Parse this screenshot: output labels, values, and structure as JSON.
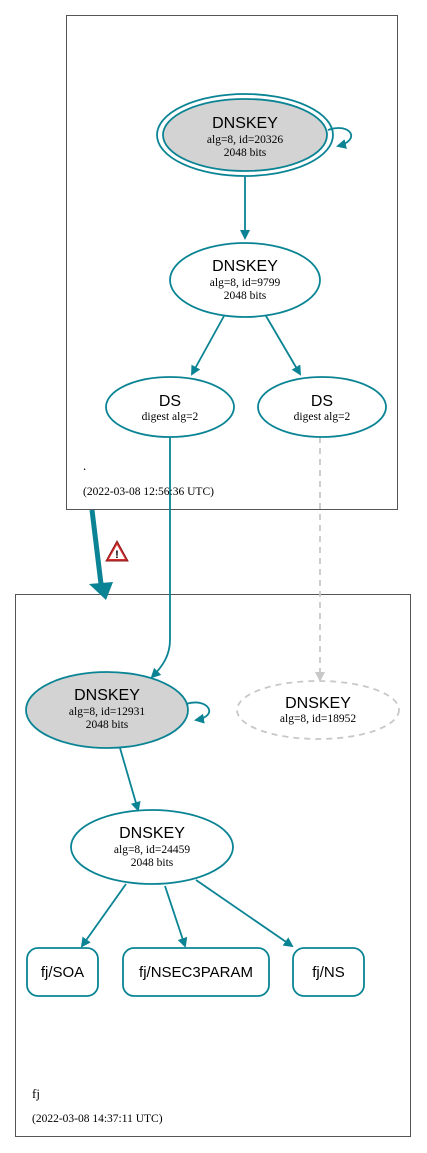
{
  "colors": {
    "edge": "#0a8494",
    "node_stroke": "#0a8494",
    "ksk_fill": "#d3d3d3",
    "inactive": "#c8c8c8",
    "zone_border": "#555555",
    "warning_red": "#c62828"
  },
  "zones": [
    {
      "label": ".",
      "timestamp": "(2022-03-08 12:56:36 UTC)"
    },
    {
      "label": "fj",
      "timestamp": "(2022-03-08 14:37:11 UTC)"
    }
  ],
  "nodes": {
    "root_ksk": {
      "title": "DNSKEY",
      "line1": "alg=8, id=20326",
      "line2": "2048 bits"
    },
    "root_zsk": {
      "title": "DNSKEY",
      "line1": "alg=8, id=9799",
      "line2": "2048 bits"
    },
    "ds_1": {
      "title": "DS",
      "line1": "digest alg=2"
    },
    "ds_2": {
      "title": "DS",
      "line1": "digest alg=2"
    },
    "fj_ksk": {
      "title": "DNSKEY",
      "line1": "alg=8, id=12931",
      "line2": "2048 bits"
    },
    "fj_missing": {
      "title": "DNSKEY",
      "line1": "alg=8, id=18952"
    },
    "fj_zsk": {
      "title": "DNSKEY",
      "line1": "alg=8, id=24459",
      "line2": "2048 bits"
    },
    "rr_soa": {
      "label": "fj/SOA"
    },
    "rr_nsec3param": {
      "label": "fj/NSEC3PARAM"
    },
    "rr_ns": {
      "label": "fj/NS"
    }
  },
  "warning": {
    "icon": "warning-triangle-icon",
    "symbol": "!"
  }
}
